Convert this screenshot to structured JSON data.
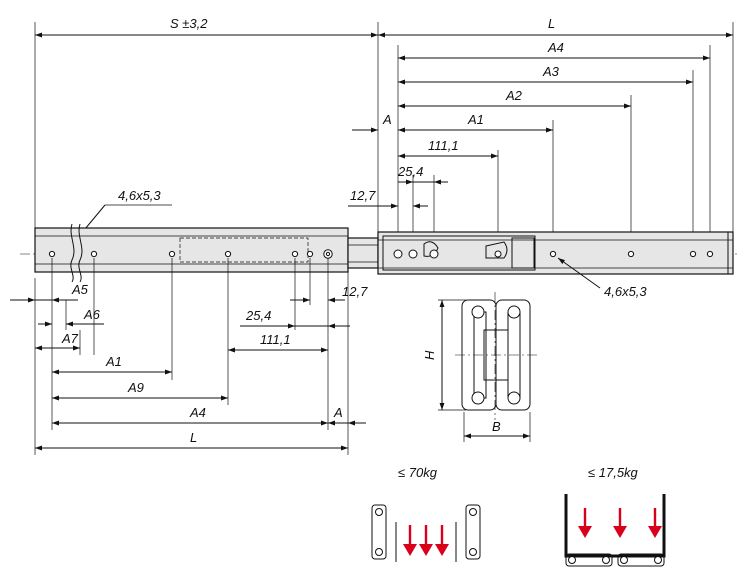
{
  "labels": {
    "stroke": "S ±3,2",
    "L_top": "L",
    "A4_top": "A4",
    "A3_top": "A3",
    "A2_top": "A2",
    "A1_top": "A1",
    "A_top": "A",
    "d111_top": "111,1",
    "d25_top": "25,4",
    "d127_top": "12,7",
    "hole_left": "4,6x5,3",
    "hole_right": "4,6x5,3",
    "A5": "A5",
    "A6": "A6",
    "A7": "A7",
    "A1_bot": "A1",
    "A9": "A9",
    "A4_bot": "A4",
    "L_bot": "L",
    "d127_bot": "12,7",
    "d25_bot": "25,4",
    "d111_bot": "111,1",
    "A_bot": "A",
    "H": "H",
    "B": "B",
    "load_side": "≤ 70kg",
    "load_flat": "≤ 17,5kg"
  },
  "colors": {
    "line": "#111111",
    "rail_fill": "#e6e6e6",
    "load_arrow": "#d9001b"
  }
}
